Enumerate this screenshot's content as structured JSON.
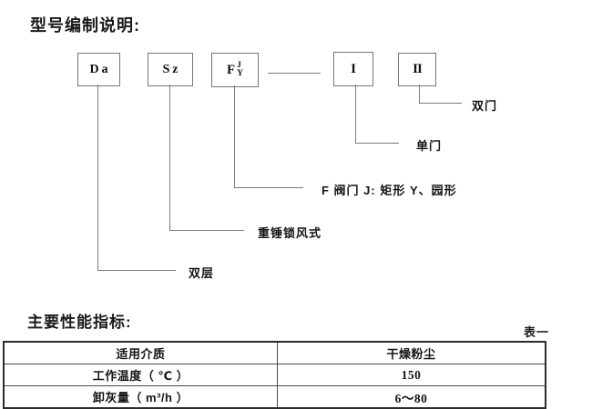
{
  "page": {
    "title": "型号编制说明:",
    "section2_title": "主要性能指标:",
    "table_label": "表一"
  },
  "diagram": {
    "boxes": [
      {
        "id": "da",
        "label": "Da"
      },
      {
        "id": "sz",
        "label": "Sz"
      },
      {
        "id": "fjy",
        "label_main": "F",
        "label_top": "J",
        "label_bottom": "Y"
      },
      {
        "id": "one",
        "label": "I"
      },
      {
        "id": "two",
        "label": "II"
      }
    ],
    "labels": {
      "double_door": "双门",
      "single_door": "单门",
      "valve_note": "F 阀门 J: 矩形 Y、园形",
      "hammer_lock": "重锤锁风式",
      "double_layer": "双层"
    }
  },
  "table": {
    "rows": [
      {
        "name": "适用介质",
        "value": "干燥粉尘"
      },
      {
        "name": "工作温度（ ℃ ）",
        "value": "150"
      },
      {
        "name": "卸灰量（ m³/h ）",
        "value": "6～80"
      }
    ]
  }
}
